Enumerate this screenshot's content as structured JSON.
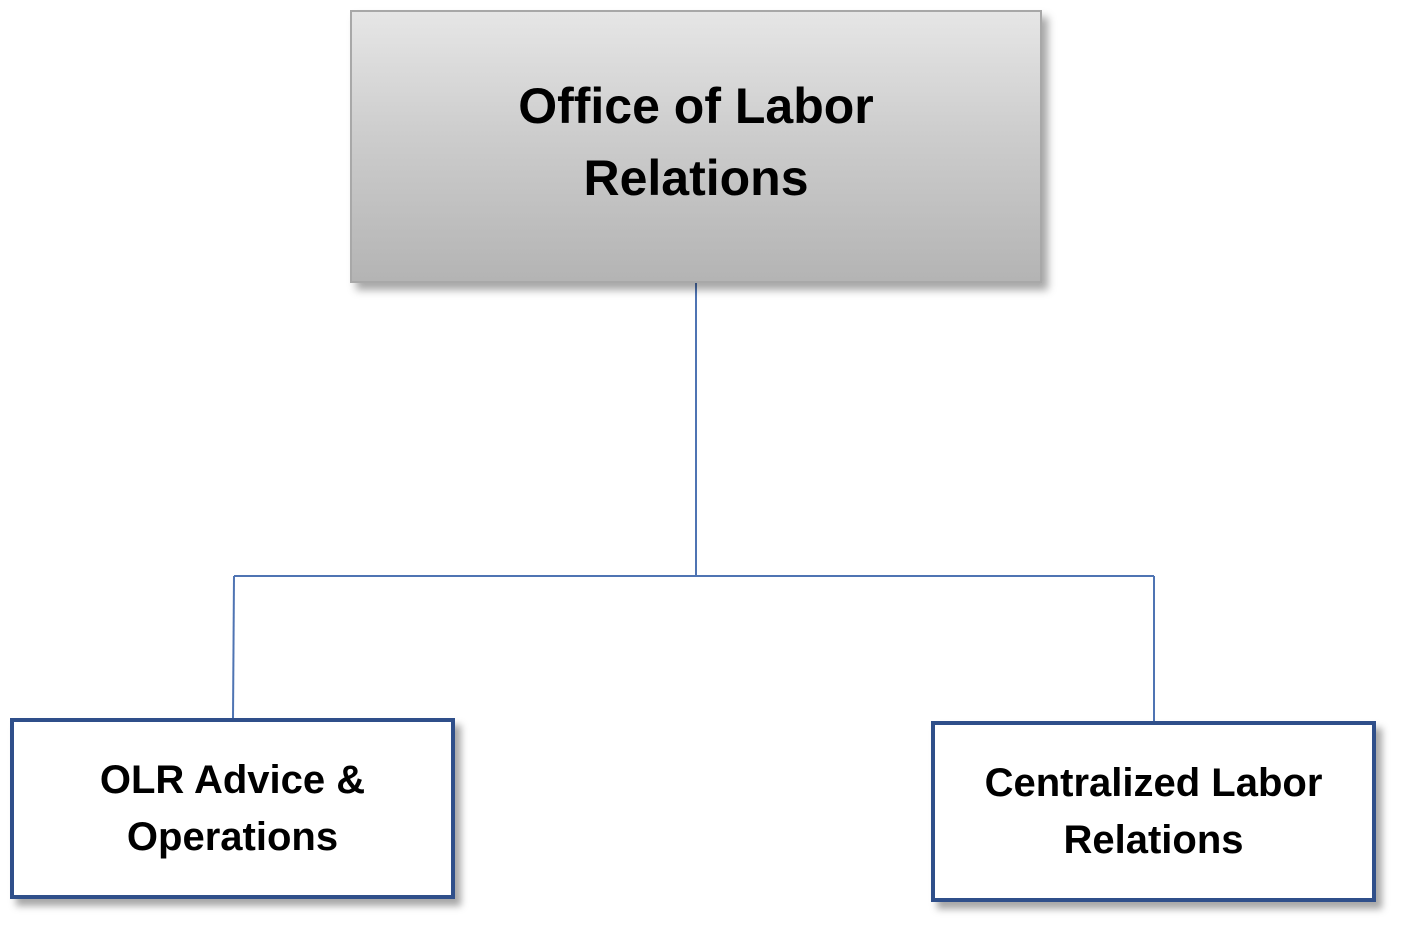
{
  "diagram": {
    "root": {
      "lines": [
        "Office of Labor",
        "Relations"
      ]
    },
    "children": [
      {
        "lines": [
          "OLR Advice &",
          "Operations"
        ]
      },
      {
        "lines": [
          "Centralized Labor",
          "Relations"
        ]
      }
    ]
  },
  "colors": {
    "connector": "#4f74b3",
    "child_border": "#2f4f8a",
    "root_fill_top": "#e6e6e6",
    "root_fill_bottom": "#b4b4b4"
  }
}
